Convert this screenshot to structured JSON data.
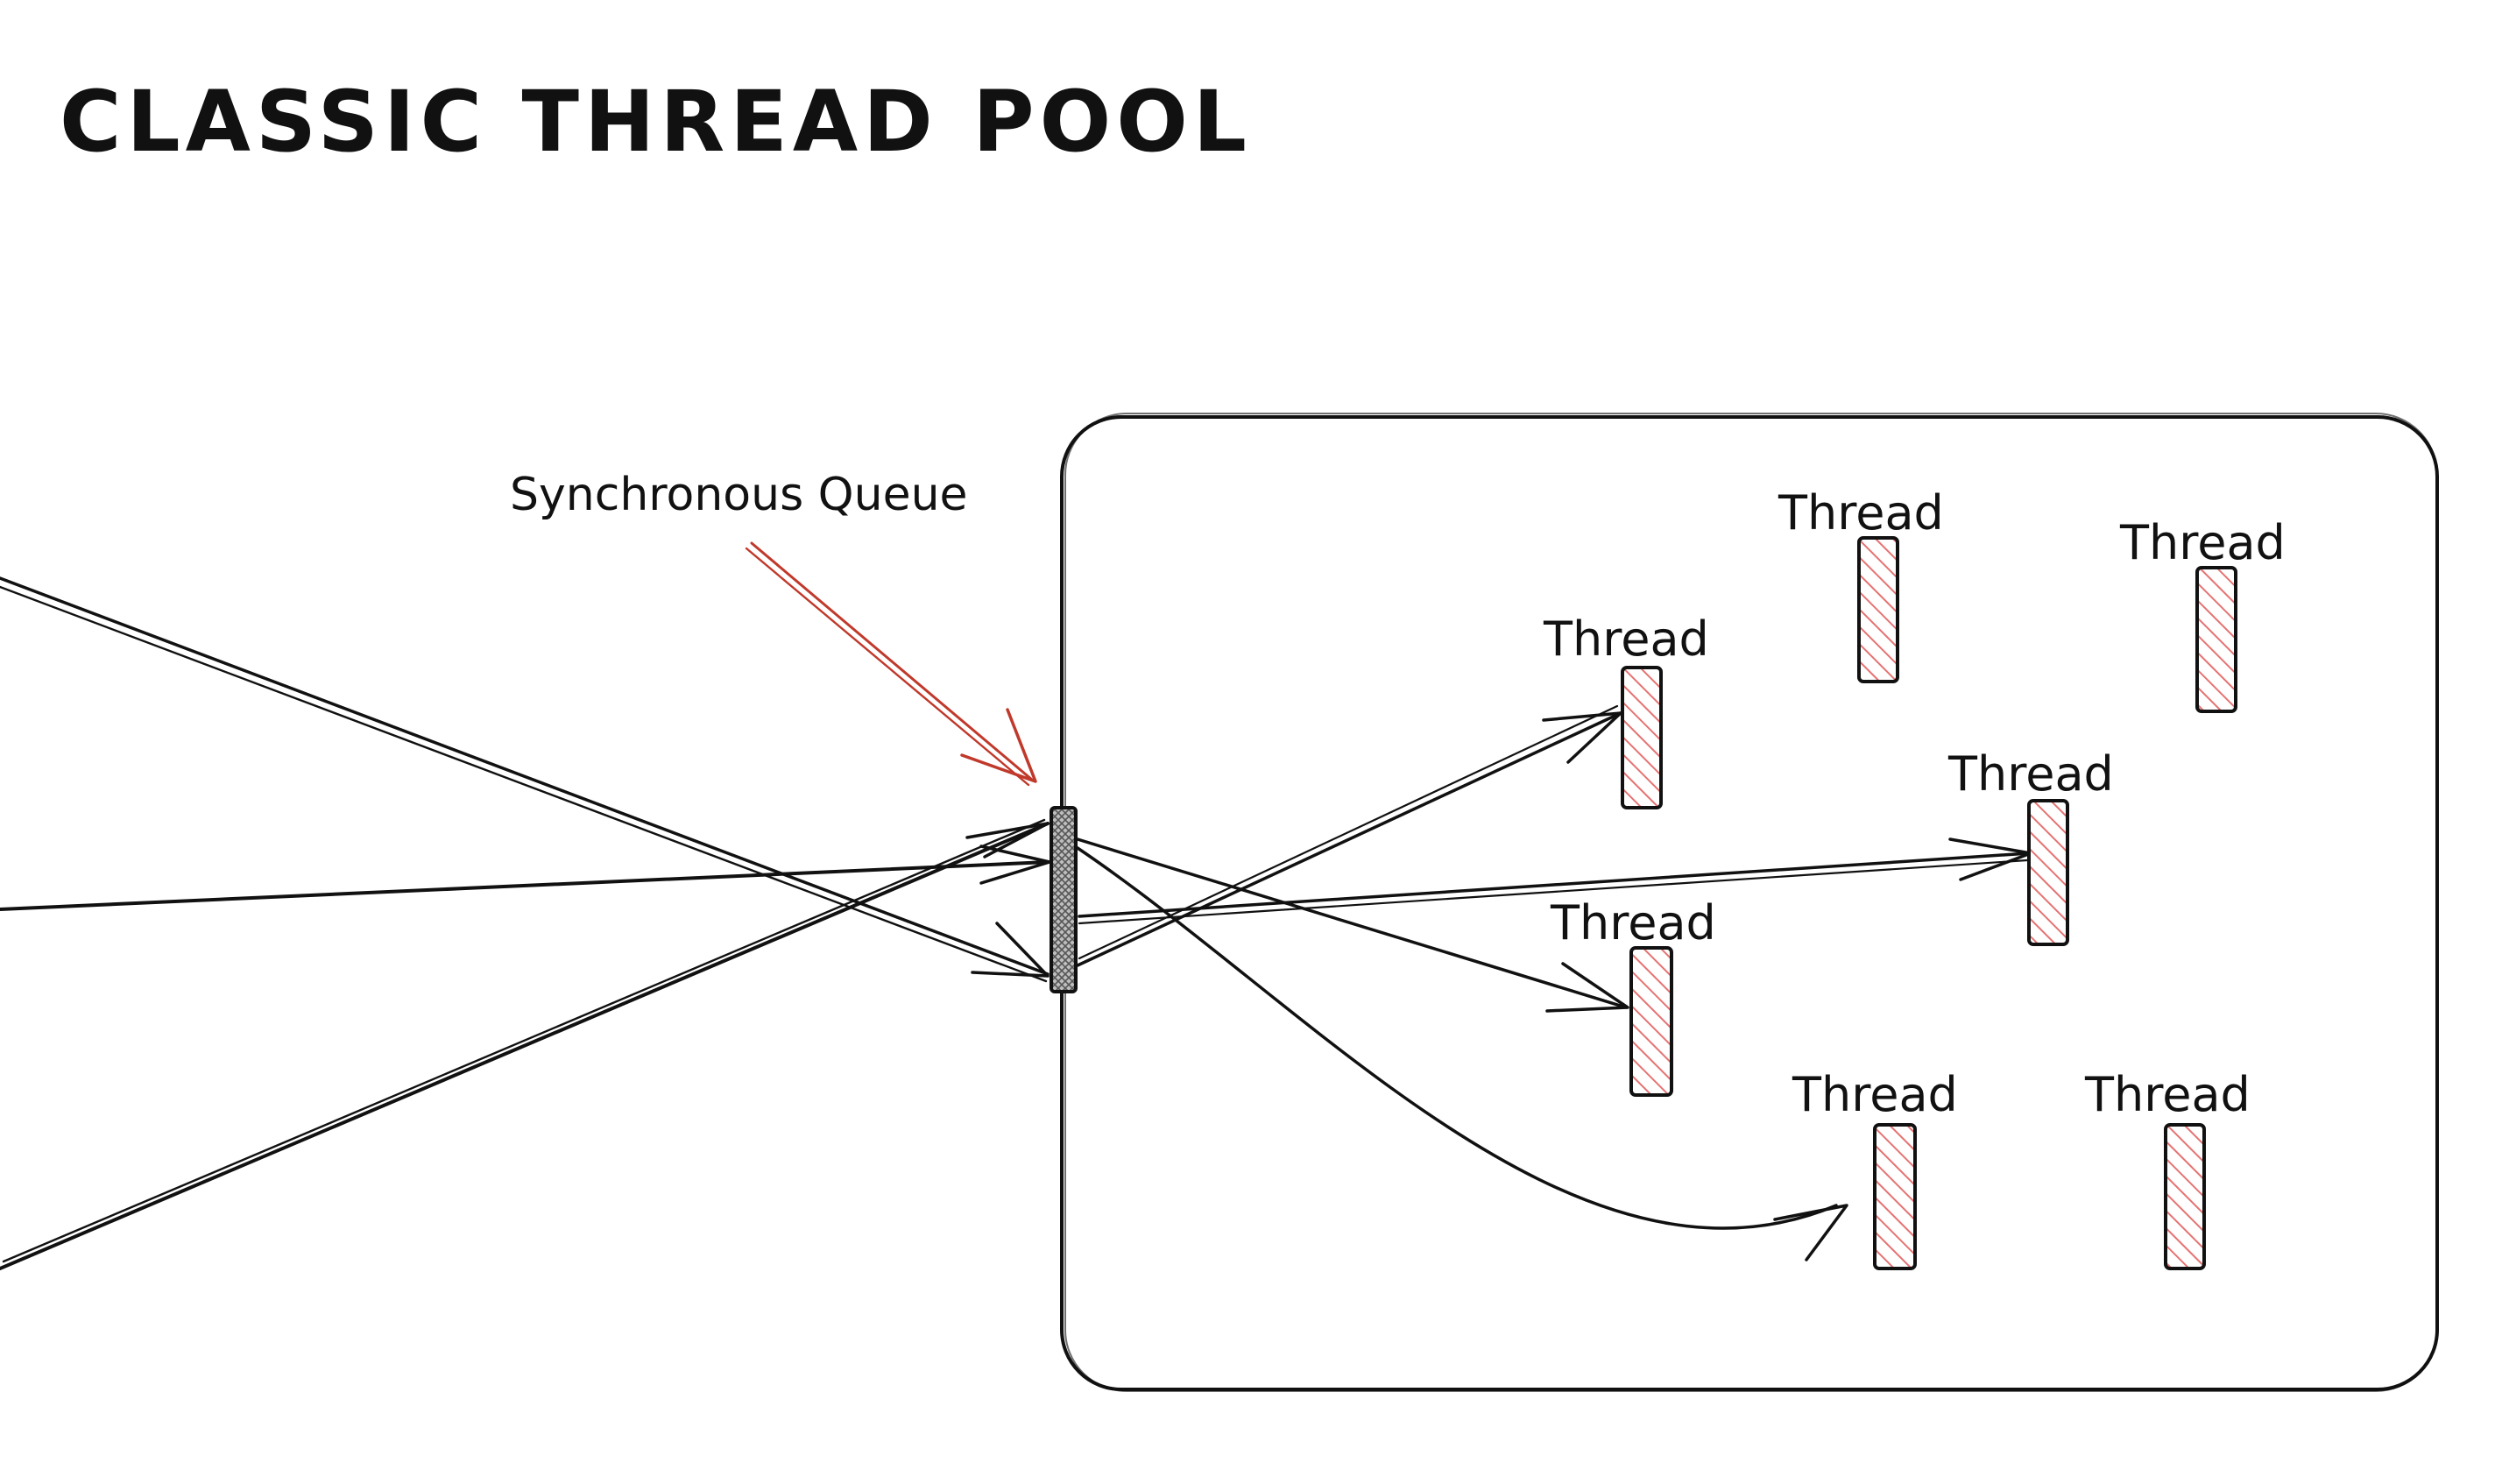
{
  "diagram": {
    "title": "CLASSIC THREAD POOL",
    "queue_label": "Synchronous Queue",
    "thread_label": "Thread",
    "colors": {
      "ink": "#111111",
      "thread_fill": "#e57373",
      "accent_arrow": "#c0392b",
      "queue_fill": "#8a8a8a",
      "background": "#ffffff"
    },
    "threads": [
      {
        "label": "Thread"
      },
      {
        "label": "Thread"
      },
      {
        "label": "Thread"
      },
      {
        "label": "Thread"
      },
      {
        "label": "Thread"
      },
      {
        "label": "Thread"
      },
      {
        "label": "Thread"
      }
    ]
  }
}
